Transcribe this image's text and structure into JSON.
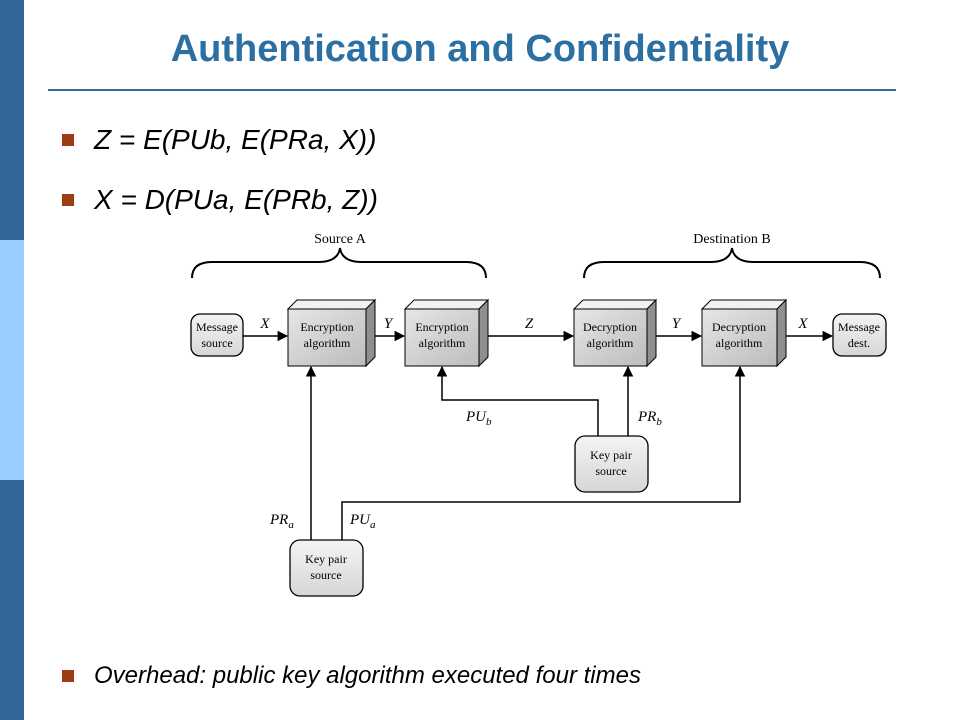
{
  "title": "Authentication and Confidentiality",
  "bullets": [
    "Z = E(PUb, E(PRa, X))",
    "X = D(PUa, E(PRb, Z))",
    "Overhead: public key algorithm executed four times"
  ],
  "diagram": {
    "source_label": "Source A",
    "destination_label": "Destination B",
    "message_source": [
      "Message",
      "source"
    ],
    "encryption": [
      "Encryption",
      "algorithm"
    ],
    "decryption": [
      "Decryption",
      "algorithm"
    ],
    "message_dest": [
      "Message",
      "dest."
    ],
    "key_pair_source": [
      "Key pair",
      "source"
    ],
    "vars": {
      "x": "X",
      "y": "Y",
      "z": "Z"
    },
    "keys": {
      "pu_b": {
        "base": "PU",
        "sub": "b"
      },
      "pr_b": {
        "base": "PR",
        "sub": "b"
      },
      "pr_a": {
        "base": "PR",
        "sub": "a"
      },
      "pu_a": {
        "base": "PU",
        "sub": "a"
      }
    }
  }
}
